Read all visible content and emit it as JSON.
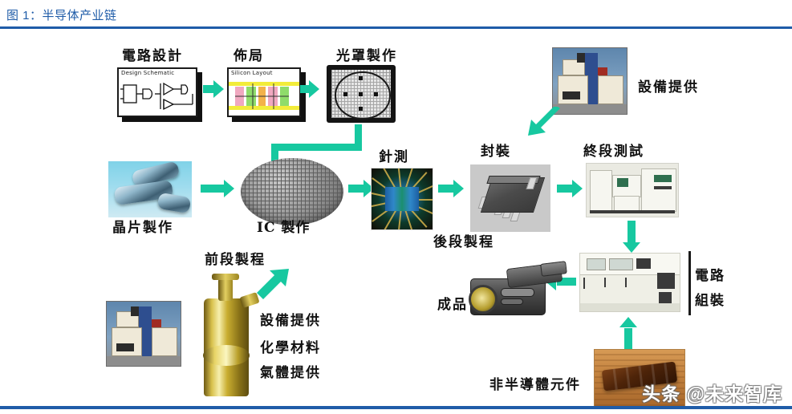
{
  "caption": {
    "figure_label": "图 1：半导体产业链",
    "accent_color": "#1f5ca8"
  },
  "diagram": {
    "arrow_color": "#17c8a0",
    "nodes": [
      {
        "id": "circuit-design",
        "label": "電路設計",
        "image": "design-schematic-window",
        "image_text": "Design Schematic"
      },
      {
        "id": "layout",
        "label": "佈局",
        "image": "silicon-layout-window",
        "image_text": "Silicon Layout"
      },
      {
        "id": "photomask",
        "label": "光罩製作",
        "image": "photomask-reticle"
      },
      {
        "id": "equipment-top",
        "label": "設備提供",
        "image": "semiconductor-equipment-photo"
      },
      {
        "id": "wafer-making",
        "label": "晶片製作",
        "image": "silicon-ingots-photo"
      },
      {
        "id": "ic-fabrication",
        "label": "IC 製作",
        "image": "silicon-wafer-photo"
      },
      {
        "id": "probe-test",
        "label": "針測",
        "image": "wafer-probe-photo"
      },
      {
        "id": "packaging",
        "label": "封裝",
        "image": "ic-package-photo"
      },
      {
        "id": "final-test",
        "label": "終段測試",
        "image": "final-test-equipment-photo"
      },
      {
        "id": "circuit-assembly",
        "label": "電路組裝",
        "image": "smt-assembly-line-photo"
      },
      {
        "id": "finished-good",
        "label": "成品",
        "image": "camcorder-photo"
      },
      {
        "id": "non-semi-parts",
        "label": "非半導體元件",
        "image": "passive-component-photo"
      },
      {
        "id": "equipment-bottom",
        "image": "semiconductor-equipment-photo"
      },
      {
        "id": "gas-cylinder",
        "image": "gas-cylinder-photo"
      }
    ],
    "section_labels": [
      {
        "id": "front-end-process",
        "label": "前段製程"
      },
      {
        "id": "back-end-process",
        "label": "後段製程"
      }
    ],
    "supply_labels": [
      {
        "id": "supply-equipment",
        "label": "設備提供"
      },
      {
        "id": "supply-chemicals",
        "label": "化學材料"
      },
      {
        "id": "supply-gas",
        "label": "氣體提供"
      }
    ],
    "assembly_label_lines": [
      "電路",
      "組裝"
    ]
  },
  "watermark": {
    "text": "头条 @未来智库"
  }
}
